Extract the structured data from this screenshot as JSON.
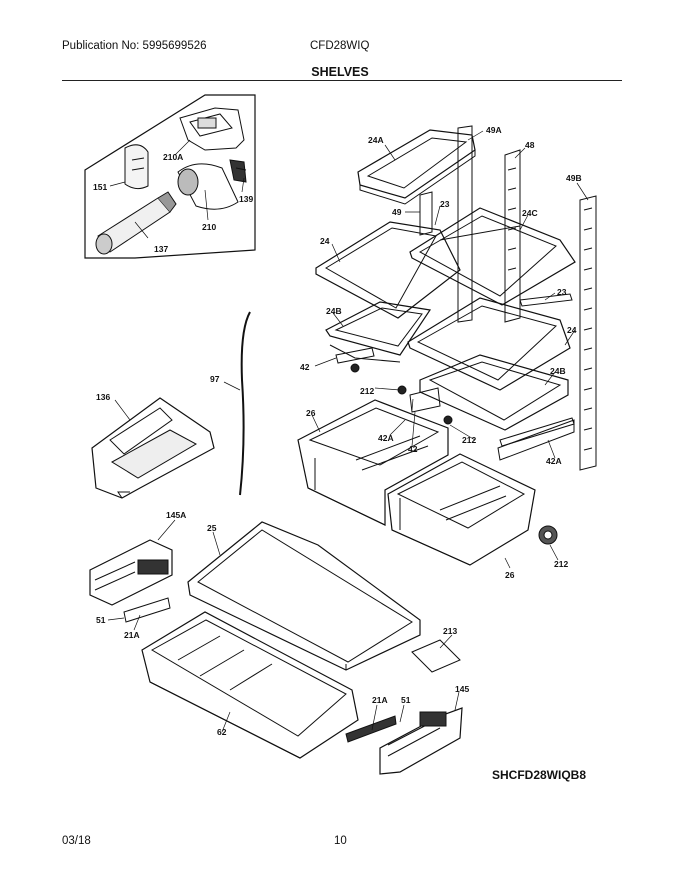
{
  "header": {
    "publication": "Publication No: 5995699526",
    "model": "CFD28WIQ",
    "title": "SHELVES"
  },
  "callouts": {
    "c151": "151",
    "c210A": "210A",
    "c139": "139",
    "c210": "210",
    "c137": "137",
    "c24A": "24A",
    "c49A": "49A",
    "c48": "48",
    "c49B": "49B",
    "c49": "49",
    "c23a": "23",
    "c24C": "24C",
    "c24a": "24",
    "c23b": "23",
    "c24B_a": "24B",
    "c24b": "24",
    "c97": "97",
    "c42a": "42",
    "c24B_b": "24B",
    "c212a": "212",
    "c136": "136",
    "c26a": "26",
    "c42A_a": "42A",
    "c42b": "42",
    "c212b": "212",
    "c42A_b": "42A",
    "c145A": "145A",
    "c25": "25",
    "c26b": "26",
    "c212c": "212",
    "c51a": "51",
    "c21A_a": "21A",
    "c213": "213",
    "c145": "145",
    "c21A_b": "21A",
    "c51b": "51",
    "c62": "62"
  },
  "footer": {
    "diagram_code": "SHCFD28WIQB8",
    "date": "03/18",
    "page": "10"
  }
}
